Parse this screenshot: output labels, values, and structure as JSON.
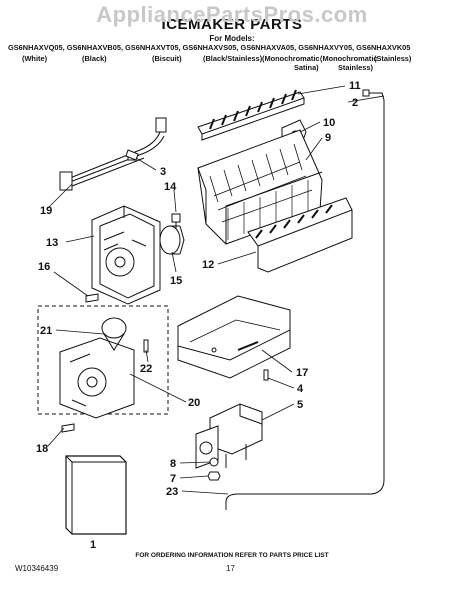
{
  "watermark": "AppliancePartsPros.com",
  "title": "ICEMAKER PARTS",
  "subtitle": "For Models:",
  "models": "GS6NHAXVQ05, GS6NHAXVB05, GS6NHAXVT05, GS6NHAXVS05, GS6NHAXVA05, GS6NHAXVY05, GS6NHAXVK05",
  "colors": [
    "(White)",
    "(Black)",
    "(Biscuit)",
    "(Black/Stainless)",
    "(Monochromatic",
    "(Monochromatic",
    "(Stainless)"
  ],
  "colors_line2": [
    "Satina)",
    "Stainless)"
  ],
  "callouts": [
    "11",
    "2",
    "10",
    "9",
    "3",
    "14",
    "19",
    "13",
    "15",
    "12",
    "16",
    "17",
    "4",
    "5",
    "21",
    "22",
    "20",
    "18",
    "8",
    "7",
    "23",
    "1"
  ],
  "footer": "FOR ORDERING INFORMATION REFER TO PARTS PRICE LIST",
  "doc_number": "W10346439",
  "page_number": "17"
}
